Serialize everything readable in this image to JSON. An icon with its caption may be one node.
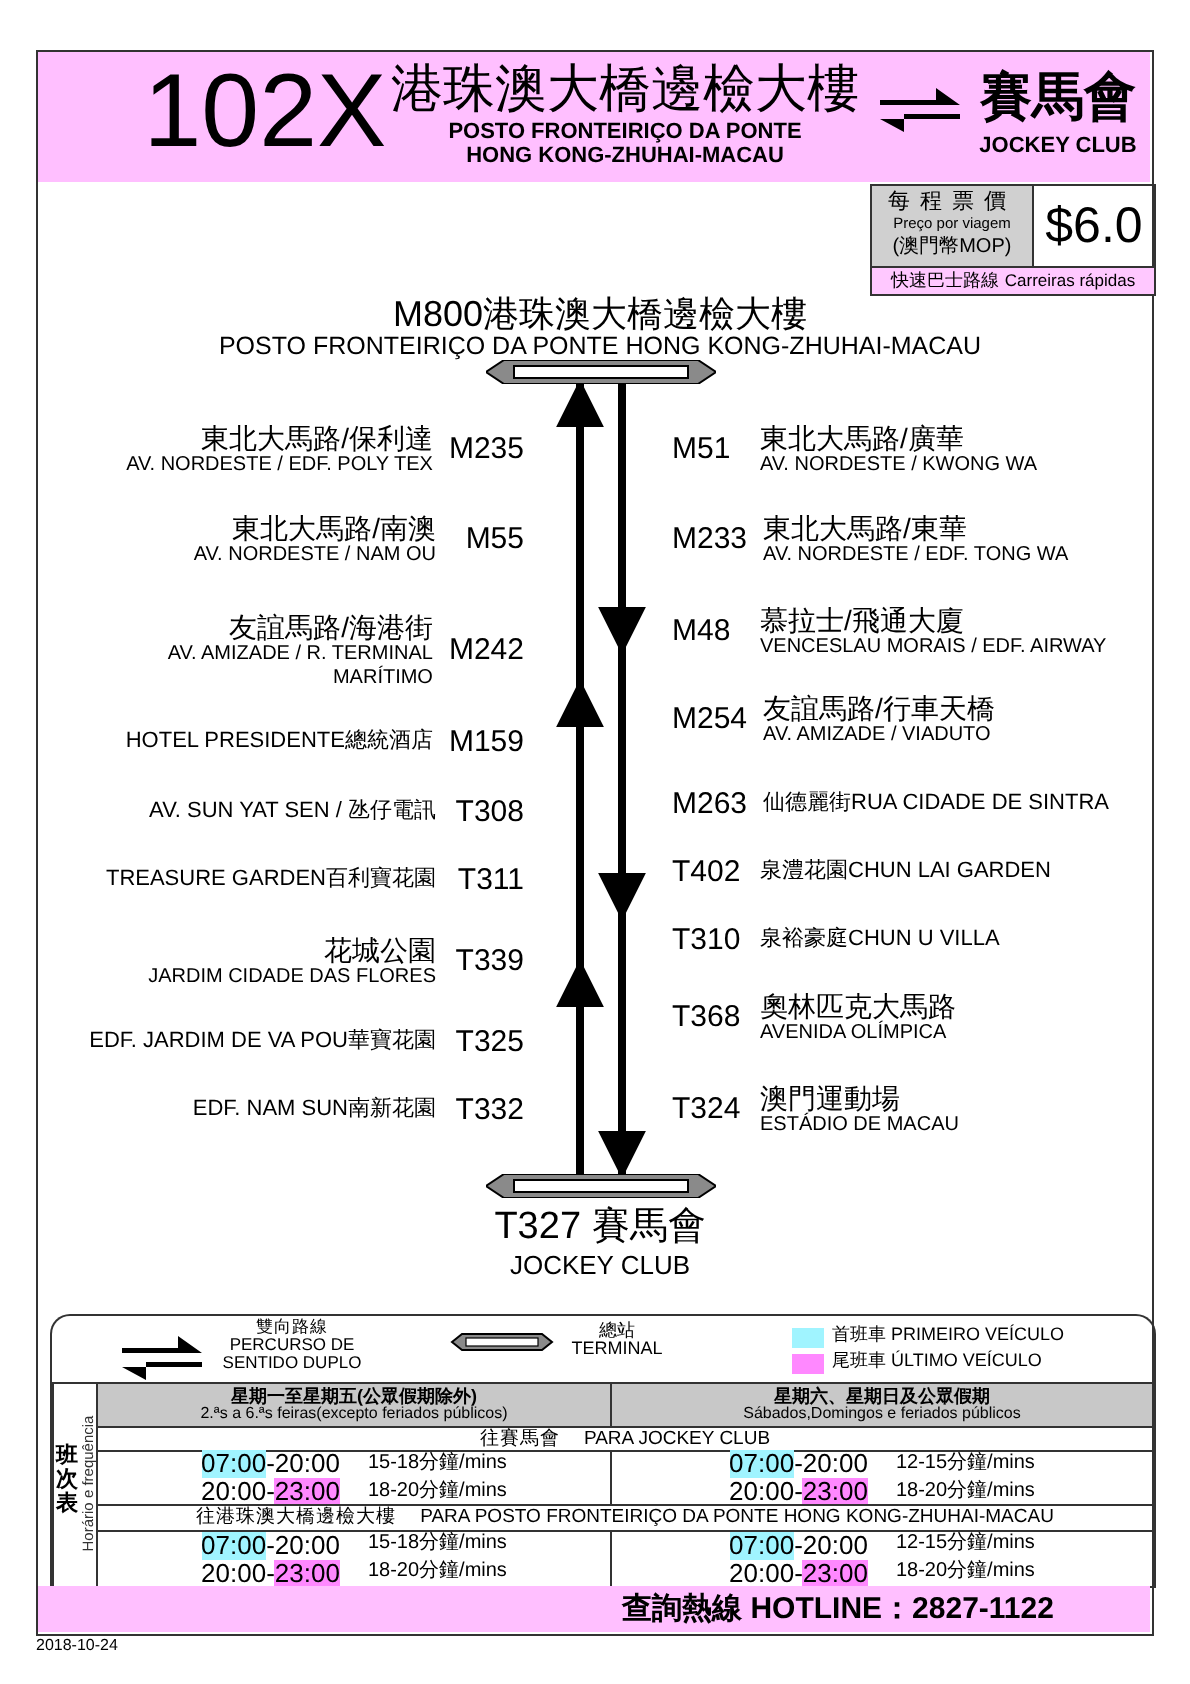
{
  "diagram": {
    "nodes": [
      {
        "text": [],
        "shape": "bar",
        "beside": [
          "M800港珠澳大橋邊檢大樓",
          "POSTO FRONTEIRIÇO DA PONTE HONG KONG-ZHUHAI-MACAU"
        ]
      },
      {
        "text": [],
        "shape": "bar",
        "beside": [
          "T327 賽馬會",
          "JOCKEY CLUB"
        ]
      }
    ],
    "edges": [
      {
        "from": 1,
        "to": 0,
        "arrow": "to"
      },
      {
        "from": 0,
        "to": 1,
        "arrow": "to"
      }
    ],
    "labels": [
      "102X",
      "港珠澳大橋邊檢大樓",
      "POSTO FRONTEIRIÇO DA PONTE HONG KONG-ZHUHAI-MACAU",
      "賽馬會",
      "JOCKEY CLUB",
      "每程票價",
      "Preço por viagem",
      "(澳門幣MOP)",
      "$6.0",
      "快速巴士路線",
      "Carreiras rápidas",
      "東北大馬路/保利達",
      "AV. NORDESTE / EDF. POLY TEX",
      "M235",
      "東北大馬路/南澳",
      "AV. NORDESTE / NAM OU",
      "M55",
      "友誼馬路/海港街",
      "AV. AMIZADE / R. TERMINAL MARÍTIMO",
      "M242",
      "HOTEL PRESIDENTE總統酒店",
      "M159",
      "AV. SUN YAT SEN / 氹仔電訊",
      "T308",
      "TREASURE GARDEN百利寶花園",
      "T311",
      "花城公園",
      "JARDIM CIDADE DAS FLORES",
      "T339",
      "EDF. JARDIM DE VA POU華寶花園",
      "T325",
      "EDF. NAM SUN南新花園",
      "T332",
      "M51",
      "東北大馬路/廣華",
      "AV. NORDESTE / KWONG WA",
      "M233",
      "東北大馬路/東華",
      "AV. NORDESTE / EDF. TONG WA",
      "M48",
      "慕拉士/飛通大廈",
      "VENCESLAU MORAIS / EDF. AIRWAY",
      "M254",
      "友誼馬路/行車天橋",
      "AV. AMIZADE / VIADUTO",
      "M263",
      "仙德麗街RUA CIDADE DE SINTRA",
      "T402",
      "泉澧花園CHUN LAI GARDEN",
      "T310",
      "泉裕豪庭CHUN U VILLA",
      "T368",
      "奧林匹克大馬路",
      "AVENIDA OLÍMPICA",
      "T324",
      "澳門運動場",
      "ESTÁDIO DE MACAU",
      "班次表",
      "Horário e frequência",
      "星期一至星期五(公眾假期除外)",
      "2.ªs a 6.ªs feiras(excepto feriados públicos)",
      "星期六、星期日及公眾假期",
      "Sábados,Domingos e feriados públicos",
      "往賽馬會",
      "PARA JOCKEY CLUB",
      "07:00",
      "-20:00",
      "15-18分鐘/mins",
      "07:00",
      "-20:00",
      "12-15分鐘/mins",
      "20:00-",
      "23:00",
      "18-20分鐘/mins",
      "20:00-",
      "23:00",
      "18-20分鐘/mins",
      "往港珠澳大橋邊檢大樓",
      "PARA POSTO FRONTEIRIÇO DA PONTE HONG KONG-ZHUHAI-MACAU",
      "07:00",
      "-20:00",
      "15-18分鐘/mins",
      "07:00",
      "-20:00",
      "12-15分鐘/mins",
      "20:00-",
      "23:00",
      "18-20分鐘/mins",
      "20:00-",
      "23:00",
      "18-20分鐘/mins",
      "查詢熱線 HOTLINE：2827-1122",
      "2018-10-24"
    ],
    "legend": [
      {
        "text": "雙向路線 PERCURSO DE SENTIDO DUPLO"
      },
      {
        "text": "總站 TERMINAL"
      },
      {
        "text": "首班車 PRIMEIRO VEÍCULO",
        "color": "#a0f4ff"
      },
      {
        "text": "尾班車 ÚLTIMO VEÍCULO",
        "color": "#ff88ff"
      }
    ]
  }
}
